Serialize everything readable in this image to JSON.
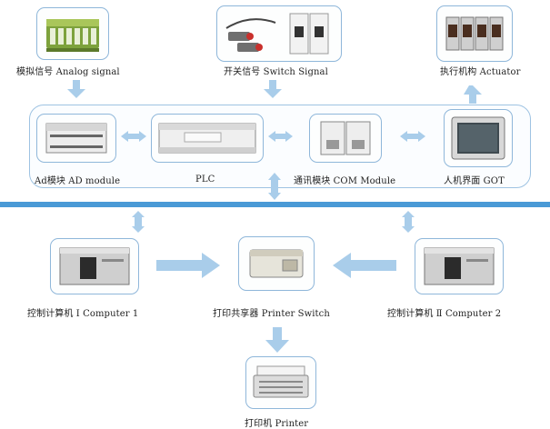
{
  "nodes": {
    "analog_signal": {
      "label": "模拟信号 Analog signal"
    },
    "switch_signal": {
      "label": "开关信号 Switch Signal"
    },
    "actuator": {
      "label": "执行机构 Actuator"
    },
    "ad_module": {
      "label": "Ad模块  AD module"
    },
    "plc": {
      "label": "PLC"
    },
    "com_module": {
      "label": "通讯模块 COM Module"
    },
    "got": {
      "label": "人机界面 GOT"
    },
    "computer1": {
      "label": "控制计算机 Ⅰ Computer 1"
    },
    "printer_switch": {
      "label": "打印共享器 Printer Switch"
    },
    "computer2": {
      "label": "控制计算机 Ⅱ Computer 2"
    },
    "printer": {
      "label": "打印机 Printer"
    }
  },
  "colors": {
    "arrow": "#a9cdea",
    "band": "#4a9ad6",
    "frame_border": "#8fb7da"
  }
}
